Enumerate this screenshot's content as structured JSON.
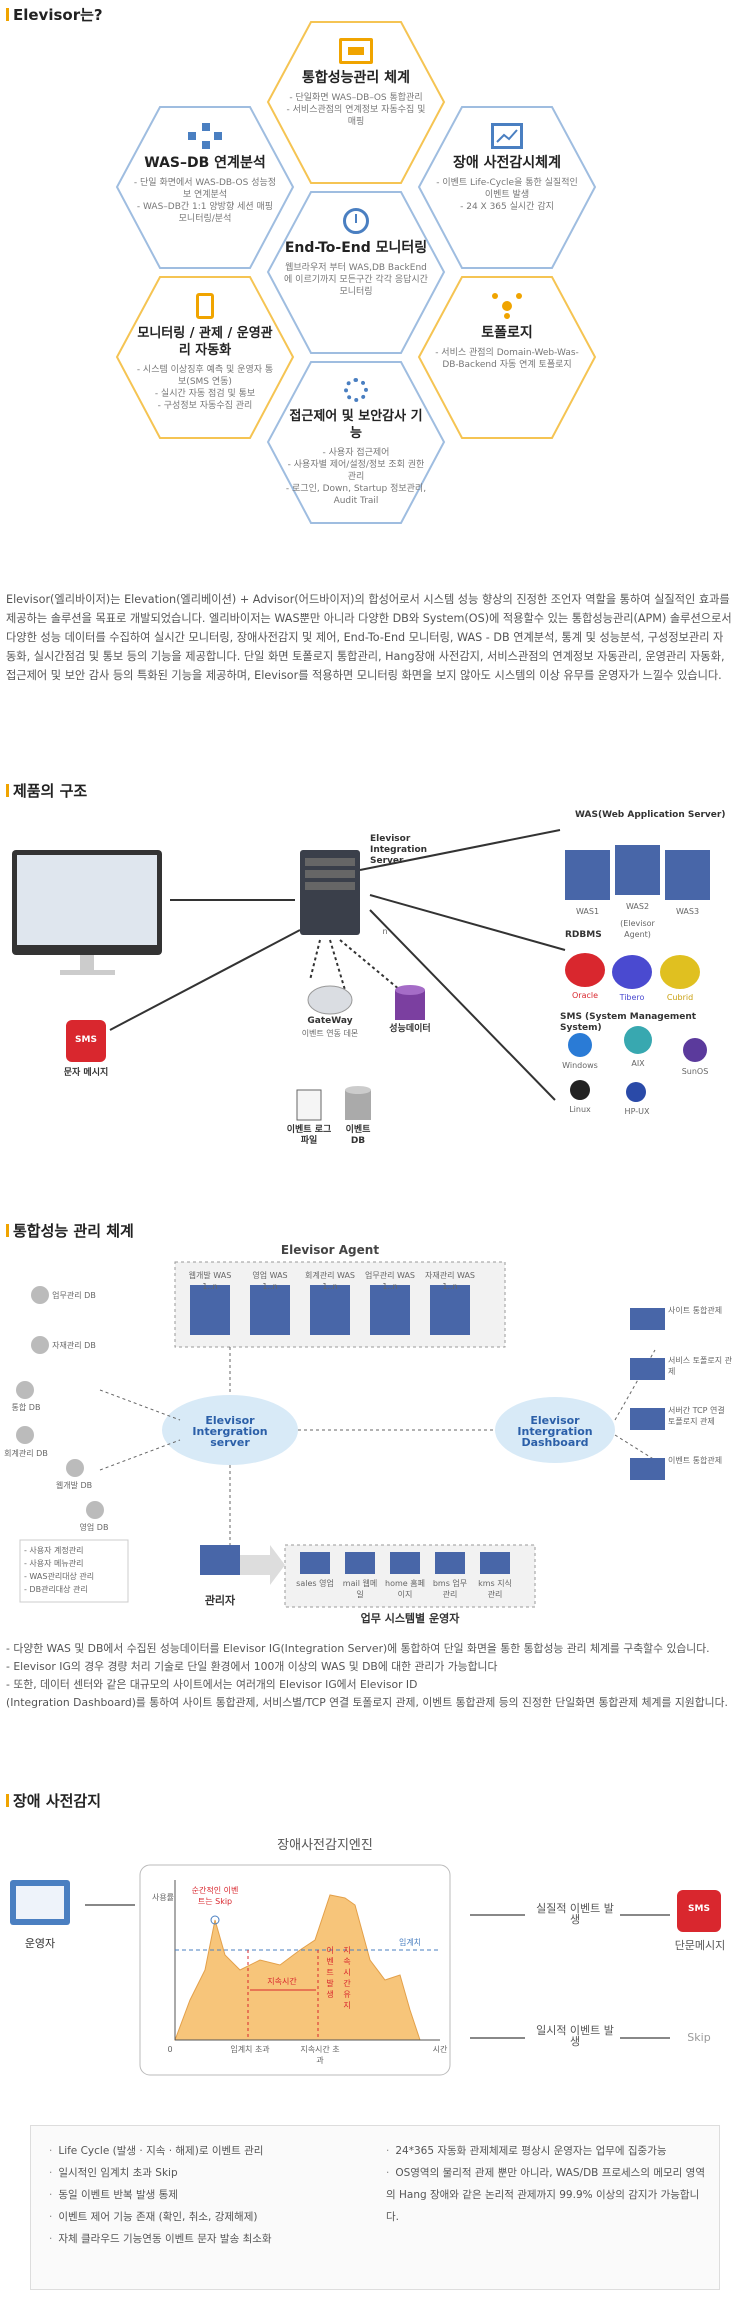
{
  "sections": {
    "intro_title": "Elevisor는?",
    "structure_title": "제품의 구조",
    "integrated_title": "통합성능 관리 체계",
    "fault_title": "장애 사전감지"
  },
  "hexes": [
    {
      "id": "integrated",
      "title": "통합성능관리 체계",
      "items": [
        "- 단일화면 WAS–DB–OS 통합관리",
        "- 서비스관점의 연계정보 자동수집 및 매핑"
      ]
    },
    {
      "id": "wasdb",
      "title": "WAS–DB 연계분석",
      "items": [
        "- 단일 화면에서 WAS-DB-OS 성능정보 연계분석",
        "- WAS–DB간 1:1 양방향 세션 매핑 모니터링/분석"
      ]
    },
    {
      "id": "fault",
      "title": "장애 사전감시체계",
      "items": [
        "- 이벤트 Life-Cycle을 통한 실질적인 이벤트 발생",
        "- 24 X 365 실시간 감지"
      ]
    },
    {
      "id": "e2e",
      "title": "End-To-End 모니터링",
      "items": [
        "웹브라우저 부터 WAS,DB BackEnd에 이르기까지 모든구간 각각 응답시간 모니터링"
      ]
    },
    {
      "id": "monitor",
      "title": "모니터링 / 관제 / 운영관리 자동화",
      "items": [
        "- 시스템 이상징후 예측 및 운영자 통보(SMS 연동)",
        "- 실시간 자동 점검 및 통보",
        "- 구성정보 자동수집 관리"
      ]
    },
    {
      "id": "topology",
      "title": "토폴로지",
      "items": [
        "- 서비스 관점의 Domain-Web-Was-DB-Backend 자동 연계 토폴로지"
      ]
    },
    {
      "id": "access",
      "title": "접근제어 및 보안감사 기능",
      "items": [
        "- 사용자 접근제어",
        "- 사용자별 제어/설정/정보 조회 권한관리",
        "- 로그인, Down, Startup 정보관리, Audit Trail"
      ]
    }
  ],
  "intro_paragraph": "Elevisor(엘리바이저)는 Elevation(엘리베이션) + Advisor(어드바이저)의 합성어로서 시스템 성능 향상의 진정한 조언자 역할을 통하여 실질적인 효과를 제공하는 솔루션을 목표로 개발되었습니다. 엘리바이저는 WAS뿐만 아니라 다양한 DB와 System(OS)에 적용할수 있는 통합성능관리(APM) 솔루션으로서 다양한 성능 데이터를 수집하여 실시간 모니터링, 장애사전감지 및 제어, End-To-End 모니터링, WAS - DB 연계분석, 통계 및 성능분석, 구성정보관리 자동화, 실시간점검 및 통보 등의 기능을 제공합니다. 단일 화면 토폴로지 통합관리, Hang장애 사전감지, 서비스관점의 연계정보 자동관리, 운영관리 자동화, 접근제어 및 보안 감사 등의 특화된 기능을 제공하며, Elevisor를 적용하면 모니터링 화면을 보지 않아도 시스템의 이상 유무를 운영자가 느낄수 있습니다.",
  "structure": {
    "server_label": "Elevisor Integration Server",
    "was_title": "WAS(Web Application Server)",
    "was_items": [
      "WAS1",
      "WAS2",
      "WAS3"
    ],
    "agent_note": "(Elevisor Agent)",
    "rdbms_title": "RDBMS",
    "rdbms_items": [
      "Oracle",
      "Tibero",
      "Cubrid"
    ],
    "sms_title": "SMS (System Management System)",
    "os_items": [
      "Windows",
      "AIX",
      "SunOS",
      "Linux",
      "HP-UX"
    ],
    "gateway_label": "GateWay",
    "gateway_sub": "이벤트 연동 데몬",
    "perfdata_label": "성능데이터",
    "sms_badge": "SMS",
    "sms_msg_label": "문자 메시지",
    "event_log_label": "이벤트 로그파일",
    "event_db_label": "이벤트 DB",
    "n_label": "n"
  },
  "integrated": {
    "agent_title": "Elevisor Agent",
    "agents": [
      "웹개발 WAS 1..n",
      "영업 WAS 1..n",
      "회계관리 WAS 1..n",
      "업무관리 WAS 1..n",
      "자재관리 WAS 1..n"
    ],
    "dbs": [
      "업무관리 DB",
      "자재관리 DB",
      "통합 DB",
      "회계관리 DB",
      "웹개발 DB",
      "영업 DB"
    ],
    "server_label": "Elevisor Intergration server",
    "dashboard_label": "Elevisor Intergration Dashboard",
    "dashboard_items": [
      "사이트 통합관제",
      "서비스 토폴로지 관제",
      "서버간 TCP 연결 토폴로지 관제",
      "이벤트 통합관제"
    ],
    "admin_items": [
      "- 사용자 계정관리",
      "- 사용자 메뉴관리",
      "- WAS관리대상 관리",
      "- DB관리대상 관리"
    ],
    "admin_label": "관리자",
    "operators": [
      "sales 영업",
      "mail 웹메일",
      "home 홈페이지",
      "bms 업무관리",
      "kms 지식관리"
    ],
    "operator_label": "업무 시스템별 운영자",
    "notes": [
      "- 다양한 WAS 및 DB에서 수집된 성능데이터를 Elevisor IG(Integration Server)에 통합하여 단일 화면을 통한 통합성능 관리 체계를 구축할수 있습니다.",
      "- Elevisor IG의 경우 경량 처리 기술로 단일 환경에서 100개 이상의 WAS 및 DB에 대한 관리가 가능합니다",
      "- 또한, 데이터 센터와 같은 대규모의 사이트에서는 여러개의 Elevisor IG에서 Elevisor ID",
      "  (Integration Dashboard)를 통하여 사이트 통합관제, 서비스별/TCP 연결 토폴로지 관제, 이벤트 통합관제 등의 진정한 단일화면 통합관제 체계를 지원합니다."
    ]
  },
  "fault": {
    "engine_title": "장애사전감지엔진",
    "operator_label": "운영자",
    "y_label": "사용률",
    "x_label": "시간",
    "threshold_label": "임계치",
    "spike_label": "순간적인 이벤트는 Skip",
    "zero_label": "0",
    "x_ticks": [
      "임계치 초과",
      "지속시간 초과"
    ],
    "duration_label": "지속시간",
    "event_label1": "이벤트 발생",
    "event_label2": "지속시간 유지",
    "real_event": "실질적 이벤트 발생",
    "temp_event": "일시적 이벤트 발생",
    "sms_badge": "SMS",
    "sms_msg": "단문메시지",
    "skip": "Skip",
    "left_list": [
      "Life Cycle (발생 · 지속 · 해제)로 이벤트 관리",
      "일시적인 임계치 초과 Skip",
      "동일 이벤트 반복 발생 통제",
      "이벤트 제어 기능 존재 (확인, 취소, 강제해제)",
      "자체 클라우드 기능연동 이벤트 문자 발송 최소화"
    ],
    "right_list": [
      "24*365 자동화 관제체제로 평상시 운영자는 업무에 집중가능",
      "OS영역의 물리적 관제 뿐만 아니라, WAS/DB 프로세스의 메모리 영역의 Hang 장애와 같은 논리적 관제까지 99.9% 이상의 감지가 가능합니다."
    ]
  },
  "colors": {
    "accent": "#f0a400",
    "hex_border": "#f5c453",
    "blue_title": "#4a7fc1",
    "red": "#d9272e",
    "chart_fill": "#f7c57a"
  }
}
